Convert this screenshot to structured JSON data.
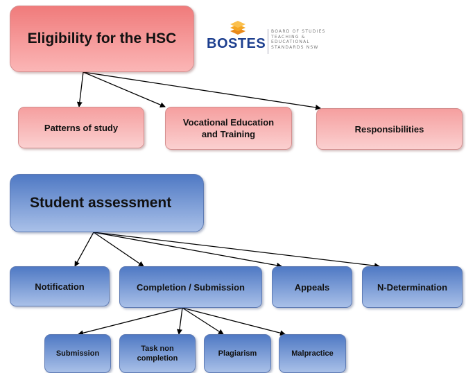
{
  "eligibility": {
    "title": "Eligibility for the HSC",
    "children": [
      "Patterns of study",
      "Vocational Education and Training",
      "Responsibilities"
    ]
  },
  "logo": {
    "name": "BOSTES",
    "subtitle": "BOARD OF STUDIES TEACHING & EDUCATIONAL STANDARDS NSW"
  },
  "assessment": {
    "title": "Student assessment",
    "children": [
      "Notification",
      "Completion / Submission",
      "Appeals",
      "N-Determination"
    ],
    "completion_children": [
      "Submission",
      "Task non completion",
      "Plagiarism",
      "Malpractice"
    ]
  },
  "colors": {
    "red_box": "#f59f9f",
    "blue_box": "#4f79c4",
    "logo_blue": "#1d3f8f",
    "logo_orange": "#f5a623"
  }
}
